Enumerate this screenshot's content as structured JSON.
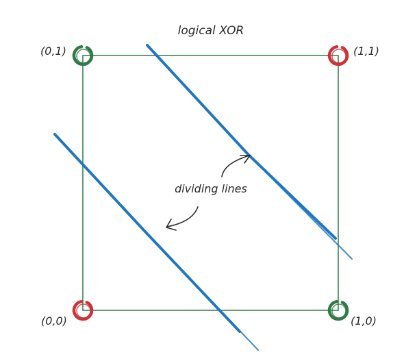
{
  "title": "logical XOR",
  "annotation": "dividing lines",
  "points": [
    {
      "label": "(0,1)",
      "x": 0,
      "y": 1,
      "color": "#2f7a46"
    },
    {
      "label": "(1,1)",
      "x": 1,
      "y": 1,
      "color": "#c9343a"
    },
    {
      "label": "(0,0)",
      "x": 0,
      "y": 0,
      "color": "#c9343a"
    },
    {
      "label": "(1,0)",
      "x": 1,
      "y": 0,
      "color": "#2f7a46"
    }
  ],
  "colors": {
    "square": "#2f7a46",
    "dividing_line": "#1f77c0",
    "text": "#2b2b2b"
  }
}
